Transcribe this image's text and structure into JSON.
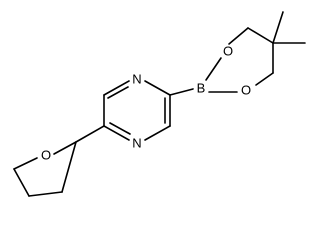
{
  "structure": {
    "atoms": {
      "n_top": "N",
      "n_bottom": "N",
      "b": "B",
      "o_top": "O",
      "o_bottom": "O",
      "o_thf": "O"
    }
  }
}
